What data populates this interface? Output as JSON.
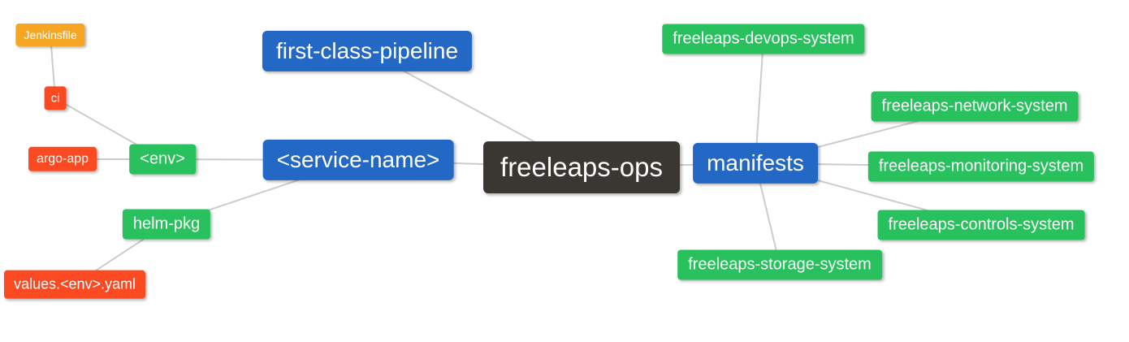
{
  "diagram": {
    "type": "mindmap",
    "background": "#ffffff",
    "colors": {
      "blue": "#2368c4",
      "green": "#28c15e",
      "red": "#fb4a22",
      "orange": "#f6a623",
      "dark": "#3a3733",
      "edge": "#cccccc",
      "text": "#ffffff"
    },
    "nodes": {
      "jenkinsfile": {
        "label": "Jenkinsfile",
        "color": "orange"
      },
      "ci": {
        "label": "ci",
        "color": "red"
      },
      "argo_app": {
        "label": "argo-app",
        "color": "red"
      },
      "env": {
        "label": "<env>",
        "color": "green"
      },
      "helm_pkg": {
        "label": "helm-pkg",
        "color": "green"
      },
      "values_env_yaml": {
        "label": "values.<env>.yaml",
        "color": "red"
      },
      "first_class_pipeline": {
        "label": "first-class-pipeline",
        "color": "blue"
      },
      "service_name": {
        "label": "<service-name>",
        "color": "blue"
      },
      "freeleaps_ops": {
        "label": "freeleaps-ops",
        "color": "dark"
      },
      "manifests": {
        "label": "manifests",
        "color": "blue"
      },
      "freeleaps_devops_system": {
        "label": "freeleaps-devops-system",
        "color": "green"
      },
      "freeleaps_network_system": {
        "label": "freeleaps-network-system",
        "color": "green"
      },
      "freeleaps_monitoring_system": {
        "label": "freeleaps-monitoring-system",
        "color": "green"
      },
      "freeleaps_controls_system": {
        "label": "freeleaps-controls-system",
        "color": "green"
      },
      "freeleaps_storage_system": {
        "label": "freeleaps-storage-system",
        "color": "green"
      }
    },
    "edges": [
      [
        "jenkinsfile",
        "ci"
      ],
      [
        "ci",
        "env"
      ],
      [
        "argo_app",
        "env"
      ],
      [
        "env",
        "service_name"
      ],
      [
        "helm_pkg",
        "service_name"
      ],
      [
        "values_env_yaml",
        "helm_pkg"
      ],
      [
        "first_class_pipeline",
        "freeleaps_ops"
      ],
      [
        "service_name",
        "freeleaps_ops"
      ],
      [
        "freeleaps_ops",
        "manifests"
      ],
      [
        "manifests",
        "freeleaps_devops_system"
      ],
      [
        "manifests",
        "freeleaps_network_system"
      ],
      [
        "manifests",
        "freeleaps_monitoring_system"
      ],
      [
        "manifests",
        "freeleaps_controls_system"
      ],
      [
        "manifests",
        "freeleaps_storage_system"
      ]
    ]
  }
}
